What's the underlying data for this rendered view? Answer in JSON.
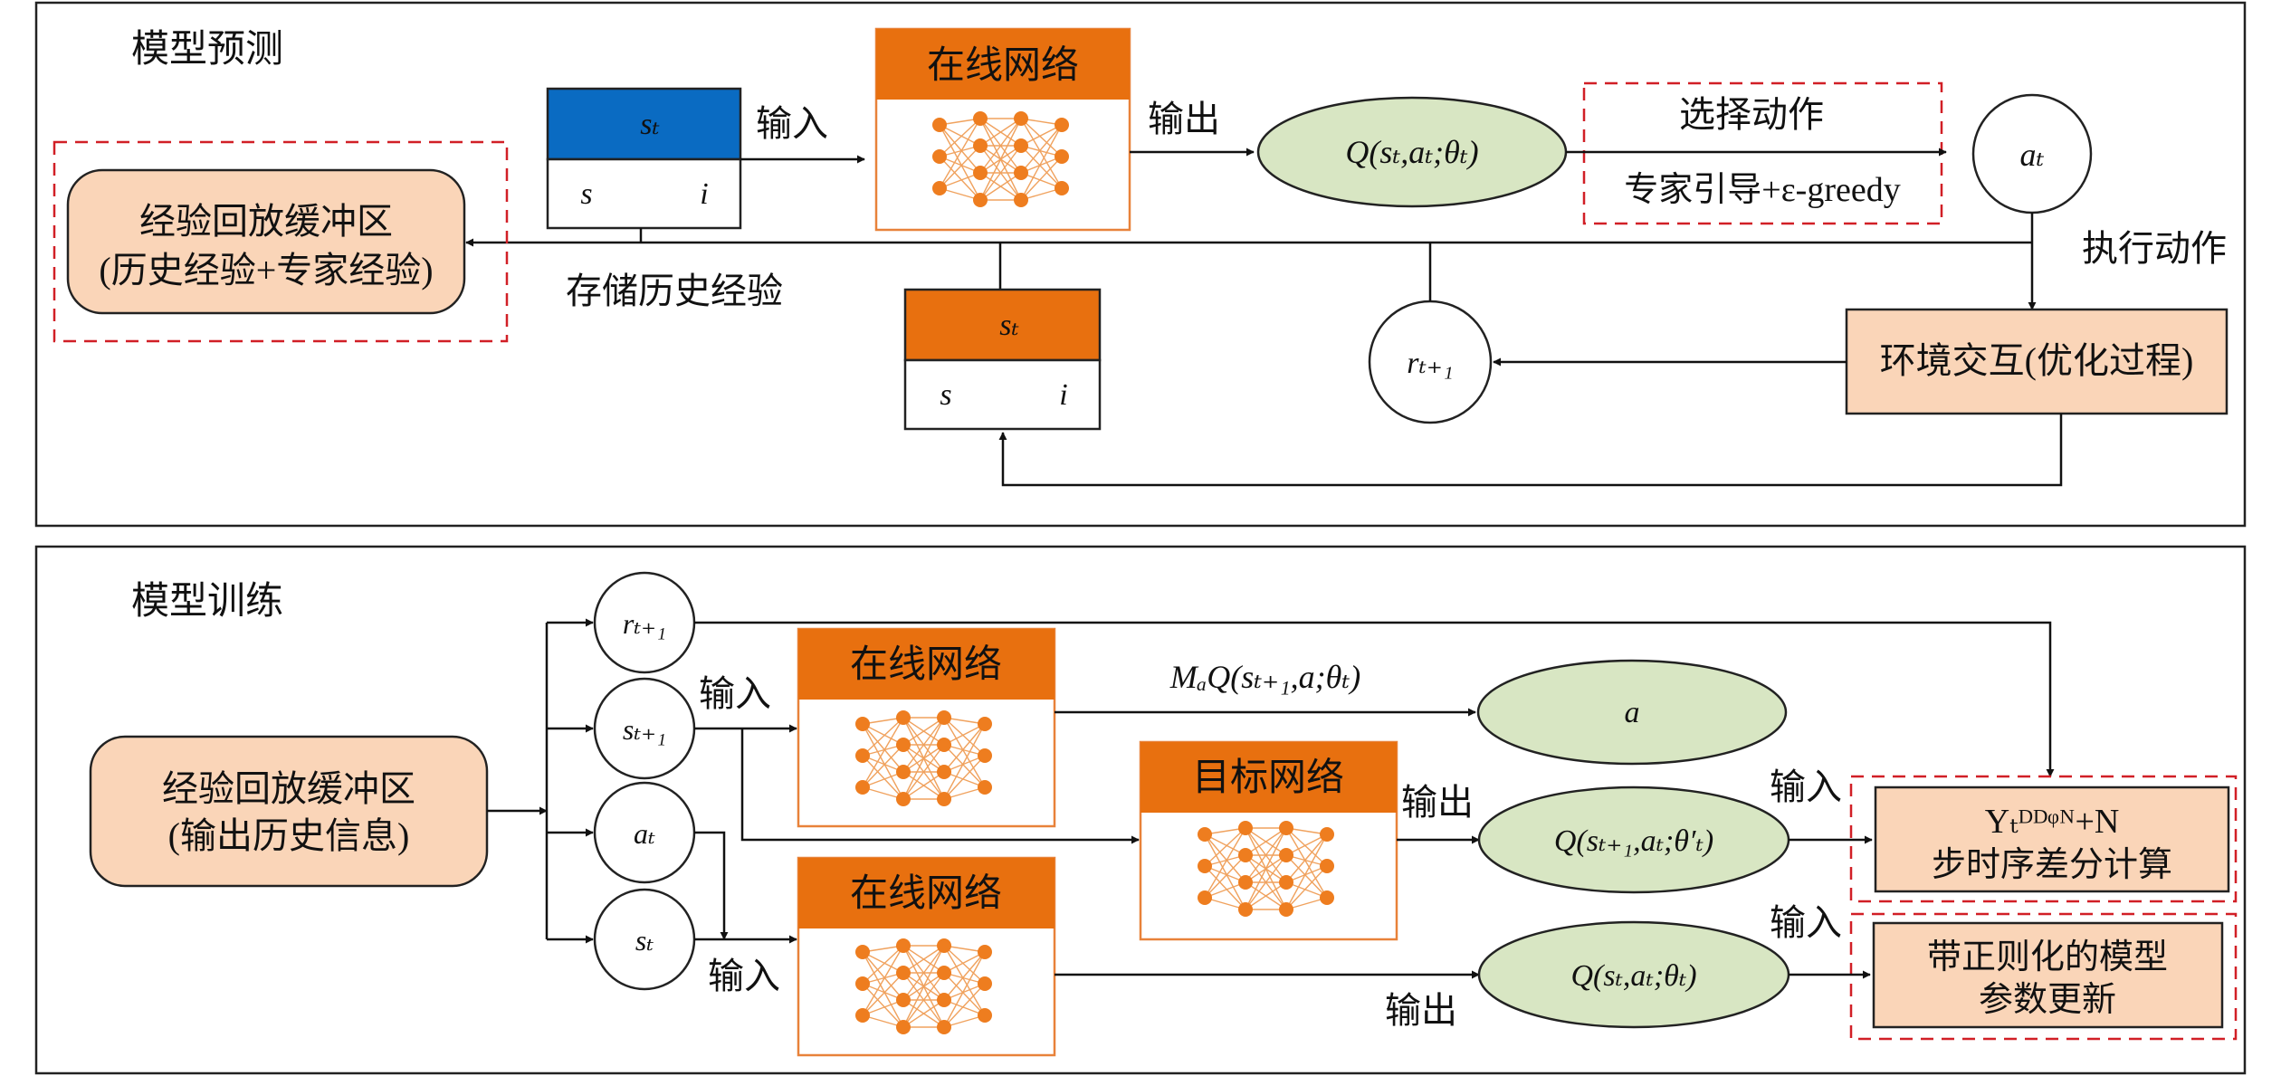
{
  "colors": {
    "online_head": "#e8700f",
    "state_head_blue": "#0a6bc2",
    "peach": "#fad5b8",
    "q_ellipse": "#d8e6c3",
    "dashed_red": "#d11f26"
  },
  "top": {
    "title": "模型预测",
    "online_net": "在线网络",
    "input": "输入",
    "output": "输出",
    "q_label": "Q(sₜ,aₜ;θₜ)",
    "select_action": "选择动作",
    "expert_guide": "专家引导+ε-greedy",
    "a_node": "aₜ",
    "execute_action": "执行动作",
    "env": "环境交互(优化过程)",
    "r_node": "rₜ₊₁",
    "buffer_line1": "经验回放缓冲区",
    "buffer_line2": "(历史经验+专家经验)",
    "store": "存储历史经验",
    "state_blue": {
      "head": "sₜ",
      "left": "s",
      "right": "i"
    },
    "state_orange": {
      "head": "sₜ",
      "left": "s",
      "right": "i"
    }
  },
  "bottom": {
    "title": "模型训练",
    "buffer_line1": "经验回放缓冲区",
    "buffer_line2": "(输出历史信息)",
    "r_node": "rₜ₊₁",
    "s_next_node": "sₜ₊₁",
    "a_node": "aₜ",
    "s_node": "sₜ",
    "online_net_1": "在线网络",
    "online_net_2": "在线网络",
    "target_net": "目标网络",
    "input_1": "输入",
    "input_2": "输入",
    "input_3": "输入",
    "input_4": "输入",
    "output_1": "输出",
    "output_2": "输出",
    "max_label": "MₐQ(sₜ₊₁,a;θₜ)",
    "a_ellipse": "a",
    "q_target": "Q(sₜ₊₁,aₜ;θ′ₜ)",
    "q_online": "Q(sₜ,aₜ;θₜ)",
    "ddqn_line1": "Yₜᴰᴰᵠᴺ+N",
    "ddqn_line2": "步时序差分计算",
    "update_line1": "带正则化的模型",
    "update_line2": "参数更新"
  }
}
